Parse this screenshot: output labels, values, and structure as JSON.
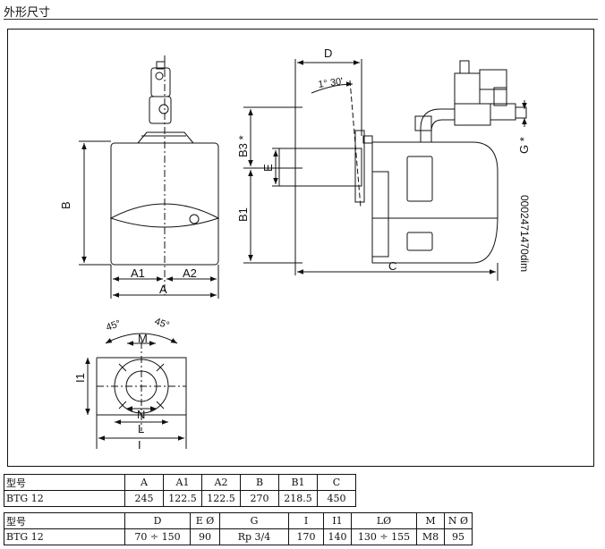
{
  "header": {
    "title": "外形尺寸"
  },
  "drawing": {
    "code": "0002471470dim",
    "labels": {
      "B": "B",
      "A1": "A1",
      "A2": "A2",
      "A": "A",
      "D": "D",
      "angle": "1° 30'",
      "B3": "B3 *",
      "E": "E",
      "B1": "B1",
      "C": "C",
      "G": "G *",
      "deg1": "45°",
      "deg2": "45°",
      "M": "M",
      "I1": "I1",
      "N": "N",
      "L": "L",
      "I": "I"
    }
  },
  "table1": {
    "headers": [
      "型号",
      "A",
      "A1",
      "A2",
      "B",
      "B1",
      "C"
    ],
    "rows": [
      [
        "BTG 12",
        "245",
        "122.5",
        "122.5",
        "270",
        "218.5",
        "450"
      ]
    ]
  },
  "table2": {
    "headers": [
      "型号",
      "D",
      "E Ø",
      "G",
      "I",
      "I1",
      "LØ",
      "M",
      "N Ø"
    ],
    "rows": [
      [
        "BTG 12",
        "70 ÷ 150",
        "90",
        "Rp 3/4",
        "170",
        "140",
        "130 ÷ 155",
        "M8",
        "95"
      ]
    ]
  }
}
